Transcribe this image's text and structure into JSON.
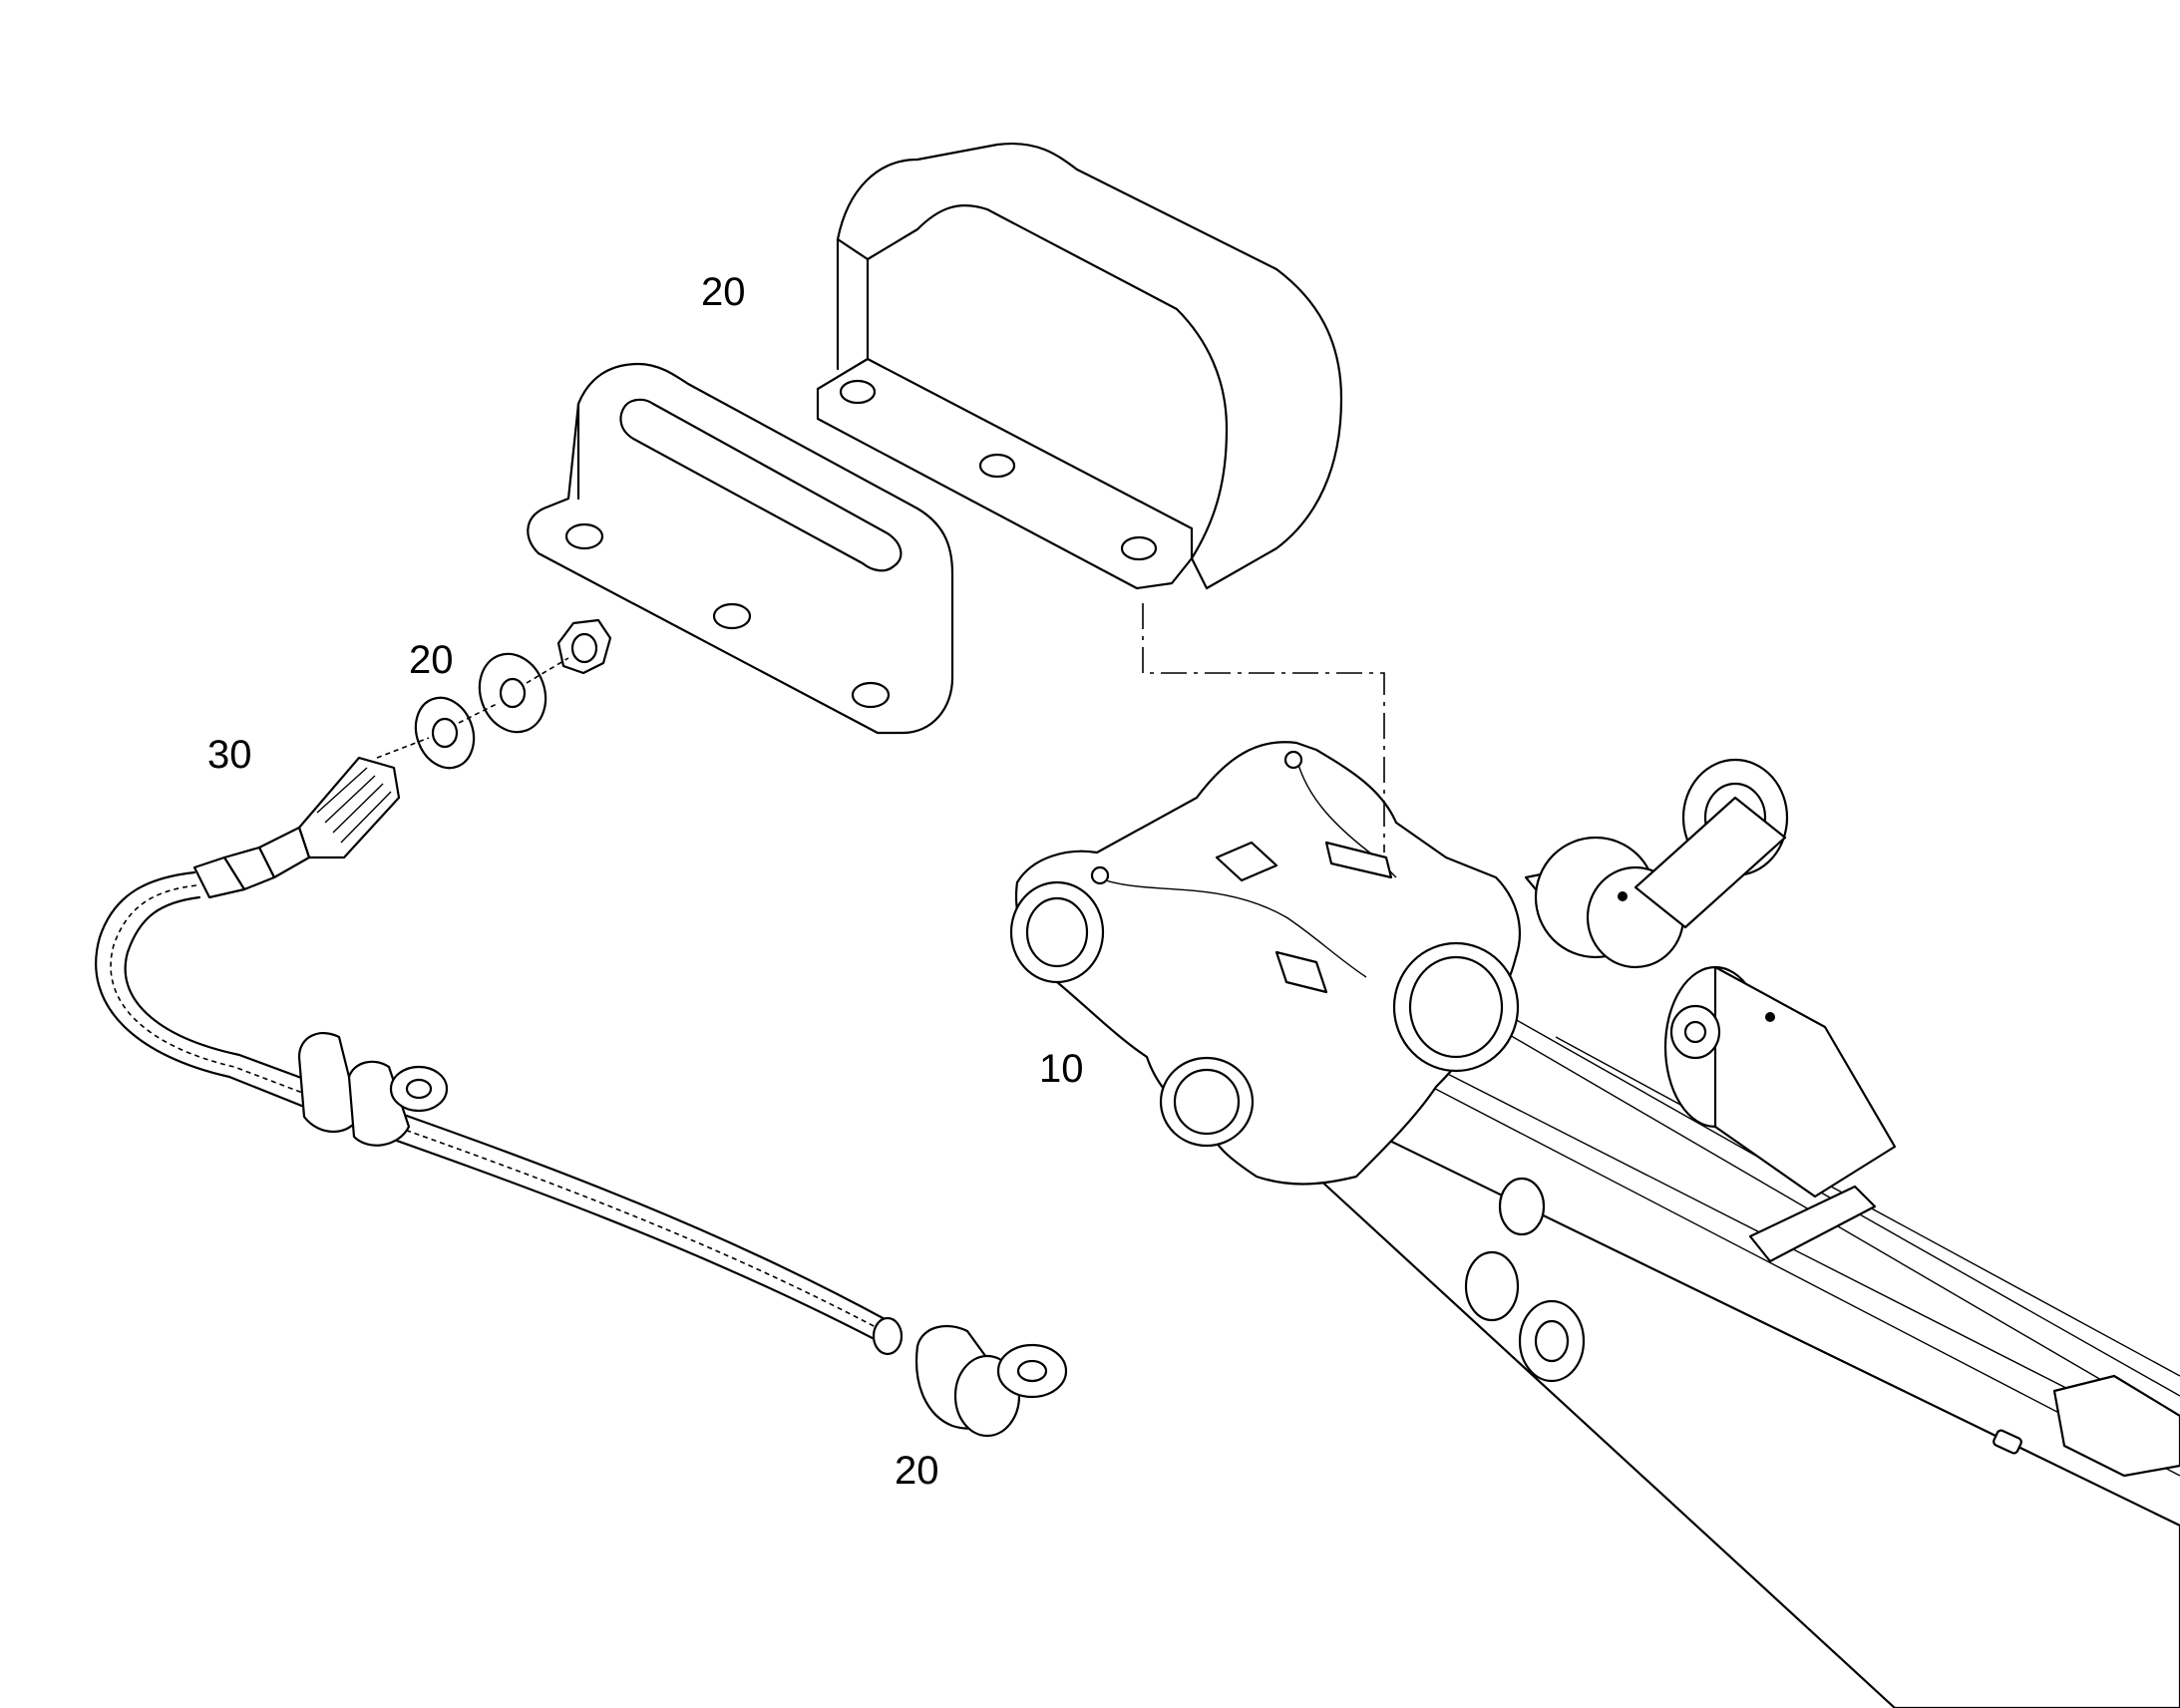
{
  "callouts": {
    "top_cover": "20",
    "washer_nut": "20",
    "clamp": "20",
    "sensor": "30",
    "boom": "10"
  }
}
